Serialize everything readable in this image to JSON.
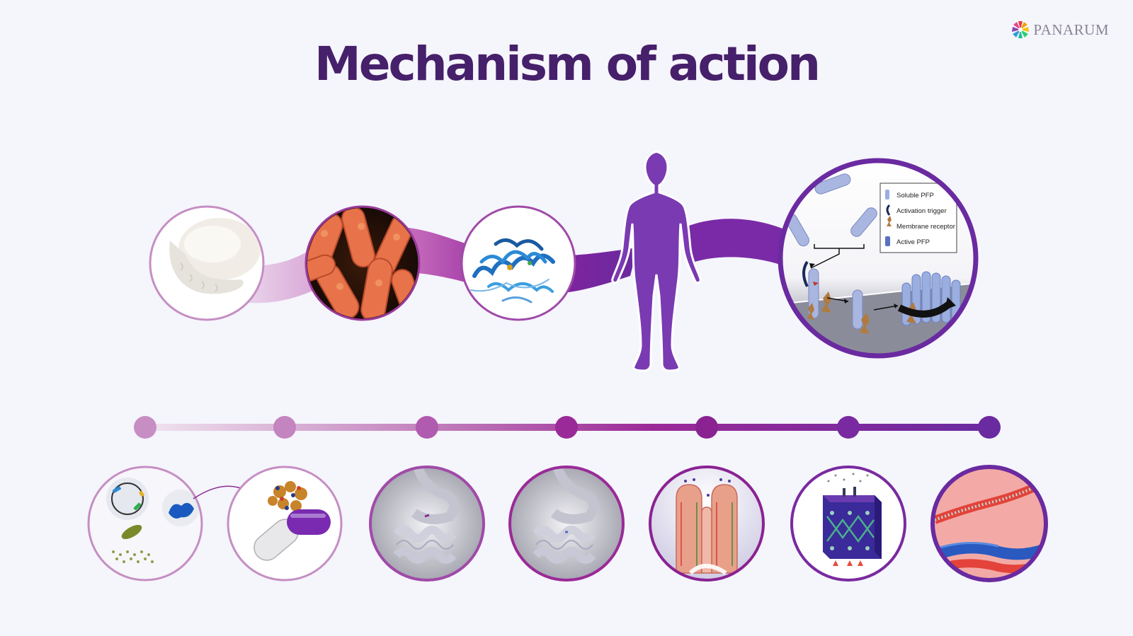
{
  "title": "Mechanism of action",
  "brand": {
    "name": "PANARUM"
  },
  "legend": {
    "items": [
      {
        "label": "Soluble PFP"
      },
      {
        "label": "Activation trigger"
      },
      {
        "label": "Membrane receptor"
      },
      {
        "label": "Active PFP"
      }
    ]
  },
  "colors": {
    "title": "#46206a",
    "accent_dark": "#6a2aa0",
    "accent_light": "#c990c6",
    "background": "#f5f5fc"
  },
  "top_circles": [
    {
      "icon": "silkworm-cocoon-icon"
    },
    {
      "icon": "bacteria-icon"
    },
    {
      "icon": "protein-structure-icon"
    },
    {
      "icon": "human-figure-icon"
    },
    {
      "icon": "pore-forming-mechanism-icon"
    }
  ],
  "timeline_steps": [
    {
      "icon": "gene-engineering-icon"
    },
    {
      "icon": "capsule-icon"
    },
    {
      "icon": "stomach-intestine-icon"
    },
    {
      "icon": "stomach-intestine-icon"
    },
    {
      "icon": "intestinal-villi-icon"
    },
    {
      "icon": "cell-membrane-icon"
    },
    {
      "icon": "blood-vessel-icon"
    }
  ]
}
